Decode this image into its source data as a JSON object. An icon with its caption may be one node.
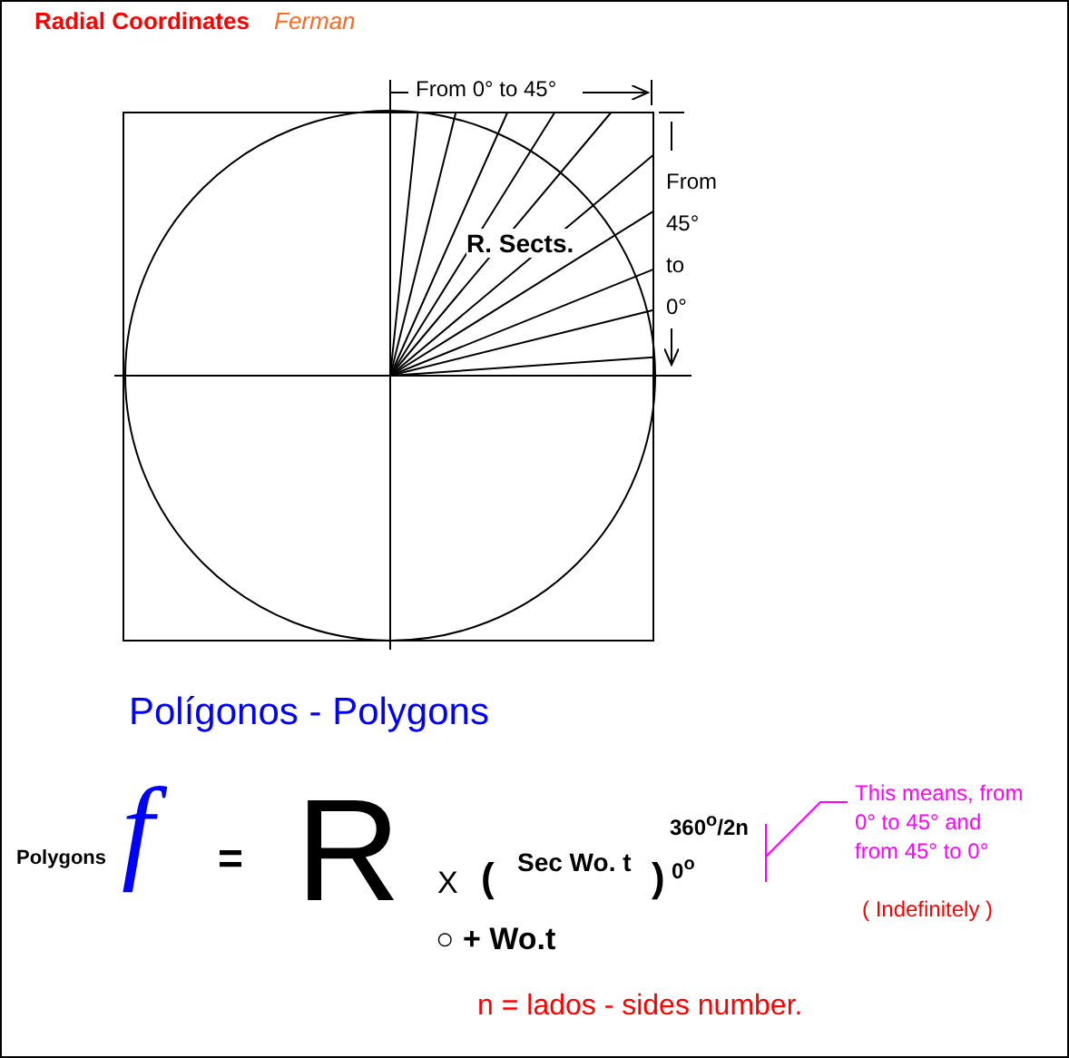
{
  "diagram": {
    "title": "Radial Coordinates",
    "labels": [
      "Ferman",
      "From 0° to 45°",
      "From 45° to 0°",
      "R. Sects.",
      "Polígonos - Polygons",
      "Polygons",
      "f",
      "=",
      "R",
      "X",
      "(",
      "Sec Wo. t",
      ")",
      "360$^{o}$/2n",
      "0$^{o}$",
      "○ + Wo.t",
      "This means, from 0° to 45° and from 45° to 0°",
      "( Indefinitely )",
      "n = lados - sides number."
    ]
  }
}
